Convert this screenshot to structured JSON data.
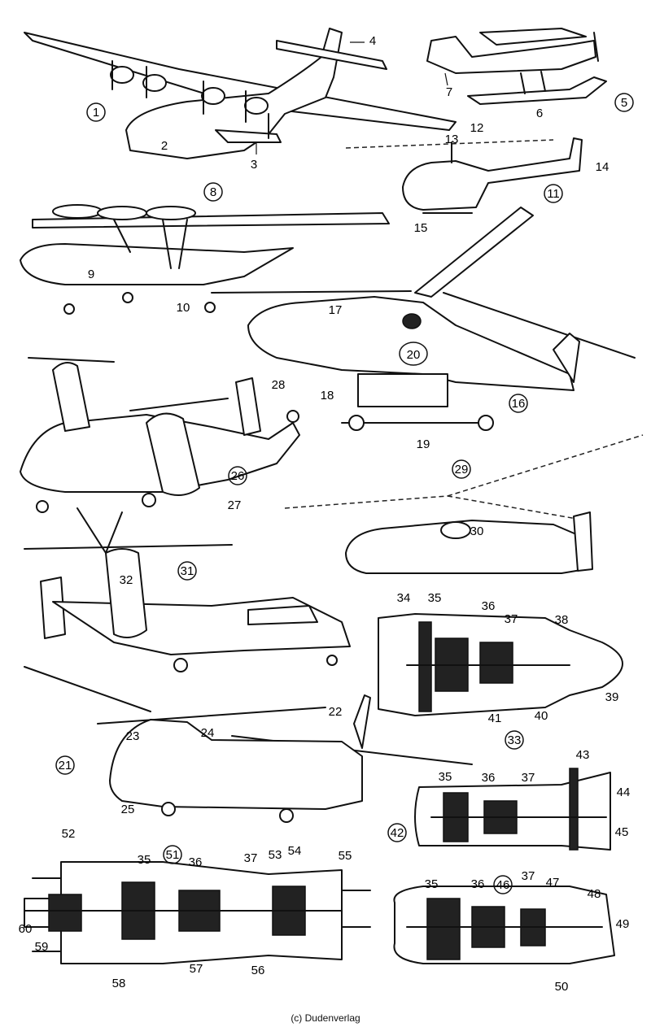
{
  "credit": "(c) Dudenverlag",
  "labels": {
    "n1": "1",
    "n2": "2",
    "n3": "3",
    "n4": "4",
    "n5": "5",
    "n6": "6",
    "n7": "7",
    "n8": "8",
    "n9": "9",
    "n10": "10",
    "n11": "11",
    "n12": "12",
    "n13": "13",
    "n14": "14",
    "n15": "15",
    "n16": "16",
    "n17": "17",
    "n18": "18",
    "n19": "19",
    "n20": "20",
    "n21": "21",
    "n22": "22",
    "n23": "23",
    "n24": "24",
    "n25": "25",
    "n26": "26",
    "n27": "27",
    "n28": "28",
    "n29": "29",
    "n30": "30",
    "n31": "31",
    "n32": "32",
    "n33": "33",
    "n34": "34",
    "n35": "35",
    "n36": "36",
    "n37": "37",
    "n38": "38",
    "n39": "39",
    "n40": "40",
    "n41": "41",
    "n42": "42",
    "n43": "43",
    "n44": "44",
    "n45": "45",
    "n46": "46",
    "n47": "47",
    "n48": "48",
    "n49": "49",
    "n50": "50",
    "n51": "51",
    "n52": "52",
    "n53": "53",
    "n54": "54",
    "n55": "55",
    "n56": "56",
    "n57": "57",
    "n58": "58",
    "n59": "59",
    "n60": "60"
  }
}
